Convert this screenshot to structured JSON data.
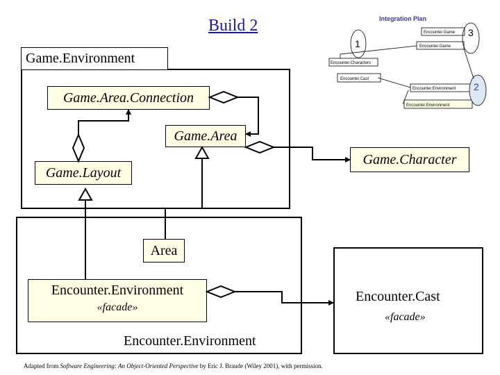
{
  "title": "Build 2",
  "packages": {
    "game_environment": "Game.Environment",
    "encounter_environment": "Encounter.Environment"
  },
  "classes": {
    "game_area_connection": "Game.Area.Connection",
    "game_area": "Game.Area",
    "game_layout": "Game.Layout",
    "game_character": "Game.Character",
    "area": "Area",
    "encounter_environment_facade": "Encounter.Environment",
    "encounter_cast": "Encounter.Cast"
  },
  "stereotypes": {
    "facade_left": "«facade»",
    "facade_right": "«facade»"
  },
  "integration_plan": {
    "title": "Integration Plan",
    "boxes": [
      "Encounter.Game",
      "Encounter.Game",
      "Encounter.Characters",
      "Encounter.Cast",
      "Encounter.Environment",
      "Encounter.Environment"
    ],
    "numbers": [
      "1",
      "2",
      "3"
    ]
  },
  "caption": {
    "prefix": "Adapted from ",
    "book": "Software Engineering: An Object-Oriented Perspective",
    "suffix": " by Eric J. Braude (Wiley 2001), with permission."
  }
}
